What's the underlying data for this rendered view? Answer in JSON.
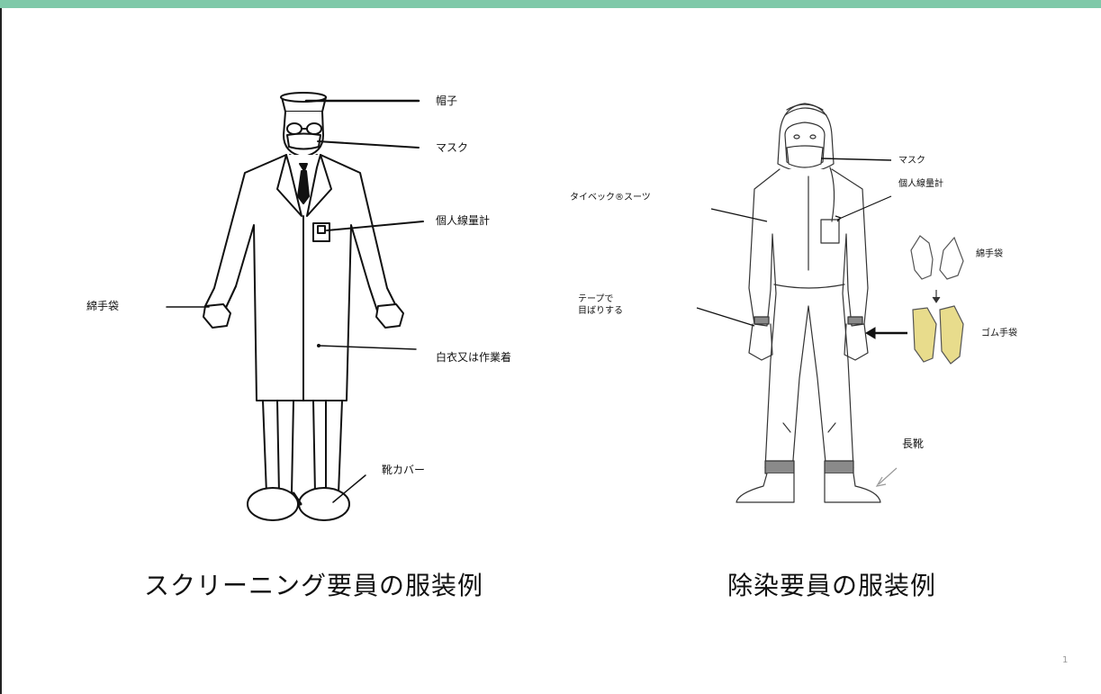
{
  "screening": {
    "labels": {
      "hat": "帽子",
      "mask": "マスク",
      "dosimeter": "個人線量計",
      "cotton_gloves": "綿手袋",
      "lab_coat": "白衣又は作業着",
      "shoe_cover": "靴カバー"
    },
    "caption": "スクリーニング要員の服装例"
  },
  "decon": {
    "labels": {
      "mask": "マスク",
      "dosimeter": "個人線量計",
      "tyvek": "タイベック®スーツ",
      "tape": "テープで\n目ばりする",
      "cotton_gloves": "綿手袋",
      "rubber_gloves": "ゴム手袋",
      "boots": "長靴"
    },
    "caption": "除染要員の服装例"
  },
  "page_number": "1",
  "colors": {
    "top_bar": "#7fc9a9",
    "rubber_glove": "#e8dc8c",
    "suit_band": "#8a8a8a"
  }
}
